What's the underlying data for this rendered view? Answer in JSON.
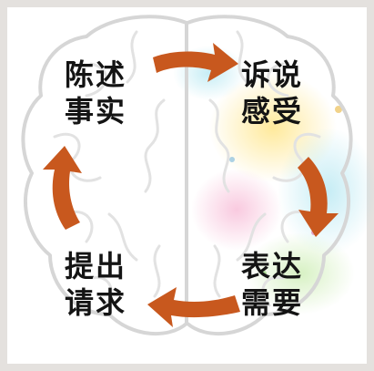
{
  "steps": [
    {
      "line1": "陈述",
      "line2": "事实"
    },
    {
      "line1": "诉说",
      "line2": "感受"
    },
    {
      "line1": "表达",
      "line2": "需要"
    },
    {
      "line1": "提出",
      "line2": "请求"
    }
  ],
  "colors": {
    "arrow": "#c8581e",
    "brain_outline": "#d8d8d8",
    "text": "#141414",
    "frame": "#d9d6d2"
  },
  "icons": {
    "background": "brain-icon",
    "arrows": "clockwise-cycle-arrows"
  }
}
